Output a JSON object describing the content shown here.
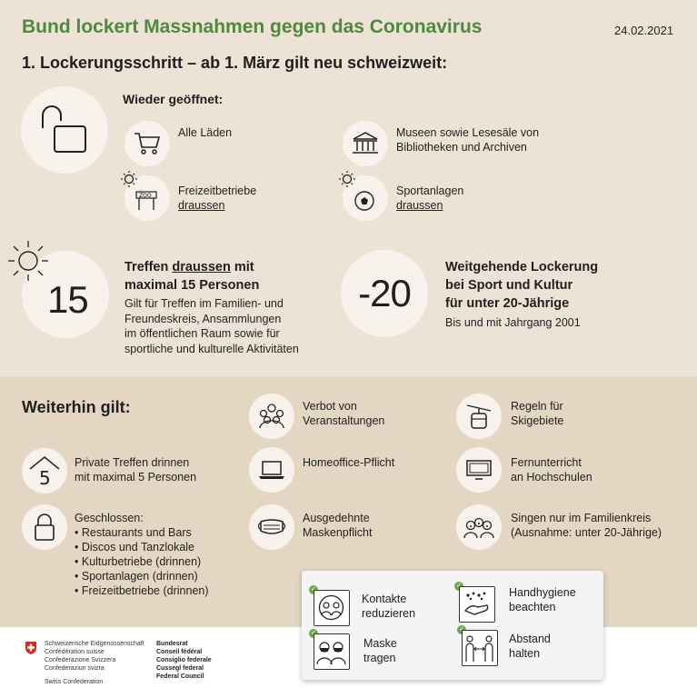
{
  "header": {
    "title": "Bund lockert Massnahmen gegen das Coronavirus",
    "date": "24.02.2021",
    "subtitle": "1. Lockerungsschritt – ab 1. März gilt neu schweizweit:"
  },
  "reopened": {
    "heading": "Wieder geöffnet:",
    "items": [
      {
        "line1": "Alle Läden",
        "line2": ""
      },
      {
        "line1": "Museen sowie Lesesäle von",
        "line2": "Bibliotheken und Archiven"
      },
      {
        "line1": "Freizeitbetriebe",
        "line2": "draussen"
      },
      {
        "line1": "Sportanlagen",
        "line2": "draussen"
      }
    ]
  },
  "meetings": {
    "number": "15",
    "head_pre": "Treffen ",
    "head_u": "draussen",
    "head_post": " mit",
    "head_line2": "maximal 15 Personen",
    "desc": [
      "Gilt für Treffen im Familien- und",
      "Freundeskreis, Ansammlungen",
      "im öffentlichen Raum sowie für",
      "sportliche und kulturelle Aktivitäten"
    ]
  },
  "youth": {
    "number": "-20",
    "head": [
      "Weitgehende Lockerung",
      "bei Sport und Kultur",
      "für unter 20-Jährige"
    ],
    "desc": "Bis und mit Jahrgang 2001"
  },
  "continuing": {
    "heading": "Weiterhin gilt:",
    "private": {
      "number": "5",
      "line1": "Private Treffen drinnen",
      "line2": "mit maximal 5 Personen"
    },
    "closed": {
      "heading": "Geschlossen:",
      "items": [
        "Restaurants und Bars",
        "Discos und Tanzlokale",
        "Kulturbetriebe (drinnen)",
        "Sportanlagen (drinnen)",
        "Freizeitbetriebe (drinnen)"
      ]
    },
    "col2": [
      {
        "line1": "Verbot von",
        "line2": "Veranstaltungen"
      },
      {
        "line1": "Homeoffice-Pflicht",
        "line2": ""
      },
      {
        "line1": "Ausgedehnte",
        "line2": "Maskenpflicht"
      }
    ],
    "col3": [
      {
        "line1": "Regeln für",
        "line2": "Skigebiete"
      },
      {
        "line1": "Fernunterricht",
        "line2": "an Hochschulen"
      },
      {
        "line1": "Singen nur im Familienkreis",
        "line2": "(Ausnahme: unter 20-Jährige)"
      }
    ]
  },
  "hygiene": {
    "items": [
      {
        "line1": "Kontakte",
        "line2": "reduzieren"
      },
      {
        "line1": "Handhygiene",
        "line2": "beachten"
      },
      {
        "line1": "Maske",
        "line2": "tragen"
      },
      {
        "line1": "Abstand",
        "line2": "halten"
      }
    ]
  },
  "footer": {
    "confed_lines": [
      "Schweizerische Eidgenossenschaft",
      "Confédération suisse",
      "Confederazione Svizzera",
      "Confederaziun svizra"
    ],
    "swiss": "Swiss Confederation",
    "council_lines": [
      "Bundesrat",
      "Conseil fédéral",
      "Consiglio federale",
      "Cussegl federal",
      "Federal Council"
    ]
  },
  "colors": {
    "title_green": "#4f8a3c",
    "check_green": "#6aa84f",
    "top_bg": "#ece3d6",
    "mid_bg": "#e3d6c3"
  }
}
